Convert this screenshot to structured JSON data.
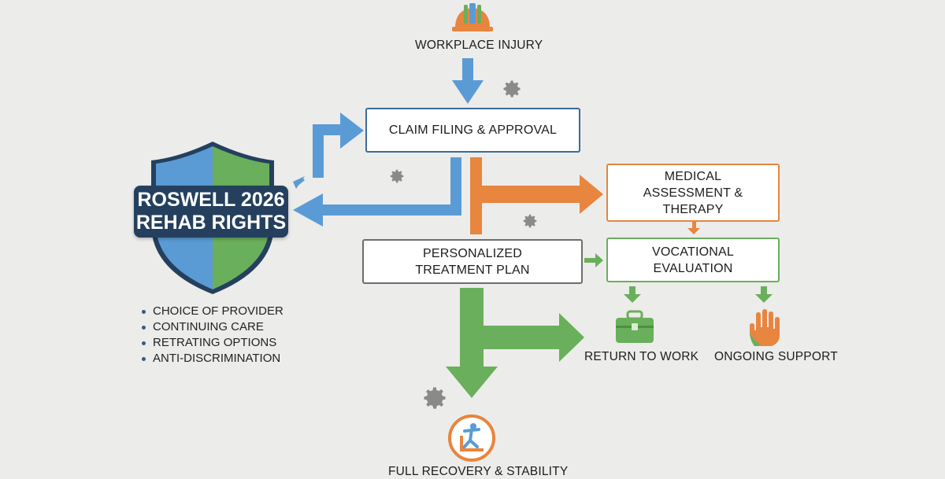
{
  "title": "",
  "shield": {
    "line1": "ROSWELL 2026",
    "line2": "REHAB RIGHTS"
  },
  "rights": [
    "CHOICE OF PROVIDER",
    "CONTINUING CARE",
    "RETRATING OPTIONS",
    "ANTI-DISCRIMINATION"
  ],
  "nodes": {
    "injury": "WORKPLACE INJURY",
    "claim": "CLAIM FILING & APPROVAL",
    "medical": [
      "MEDICAL",
      "ASSESSMENT &",
      "THERAPY"
    ],
    "treatment": [
      "PERSONALIZED",
      "TREATMENT PLAN"
    ],
    "vocational": [
      "VOCATIONAL",
      "EVALUATION"
    ],
    "return": "RETURN TO WORK",
    "support": "ONGOING SUPPORT",
    "recovery": "FULL RECOVERY & STABILITY"
  },
  "icons": {
    "injury": "hard-hat-icon",
    "return": "briefcase-icon",
    "support": "hand-icon",
    "recovery": "person-recovery-icon",
    "decor": "gear-icon"
  },
  "colors": {
    "blue": "#5b9bd5",
    "orange": "#e8853f",
    "green": "#6aaf5b",
    "navy": "#24405e",
    "claim_border": "#3d6a95",
    "treatment_border": "#6e6e6e"
  }
}
